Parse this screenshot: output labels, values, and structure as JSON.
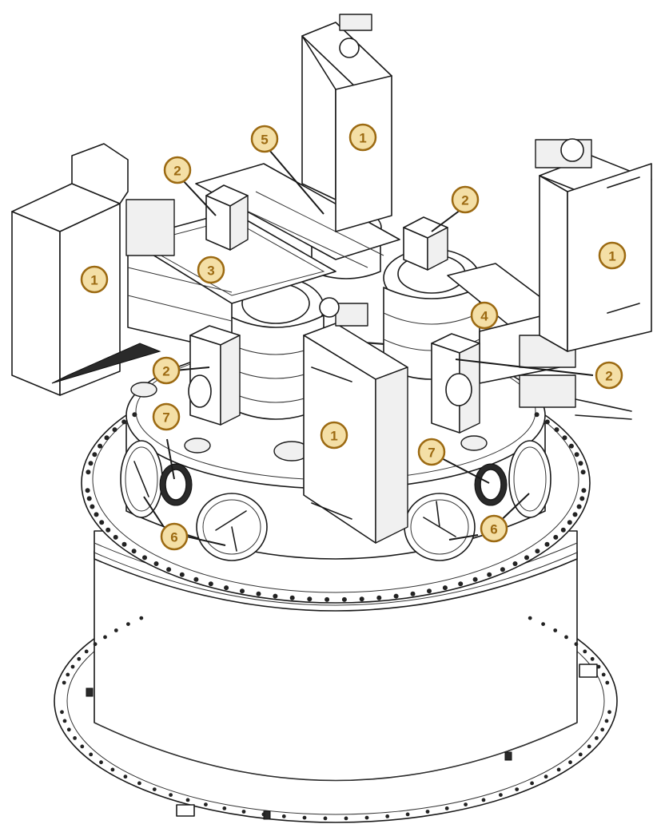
{
  "colors": {
    "callout_accent": "#9c6a12",
    "callout_fill": "#f4dfa6",
    "line": "#1a1a1a"
  },
  "callouts": [
    {
      "id": "c1a",
      "label": "1"
    },
    {
      "id": "c1b",
      "label": "1"
    },
    {
      "id": "c1c",
      "label": "1"
    },
    {
      "id": "c1d",
      "label": "1"
    },
    {
      "id": "c2a",
      "label": "2"
    },
    {
      "id": "c2b",
      "label": "2"
    },
    {
      "id": "c2c",
      "label": "2"
    },
    {
      "id": "c2d",
      "label": "2"
    },
    {
      "id": "c3",
      "label": "3"
    },
    {
      "id": "c4",
      "label": "4"
    },
    {
      "id": "c5",
      "label": "5"
    },
    {
      "id": "c6a",
      "label": "6"
    },
    {
      "id": "c6b",
      "label": "6"
    },
    {
      "id": "c7a",
      "label": "7"
    },
    {
      "id": "c7b",
      "label": "7"
    }
  ]
}
